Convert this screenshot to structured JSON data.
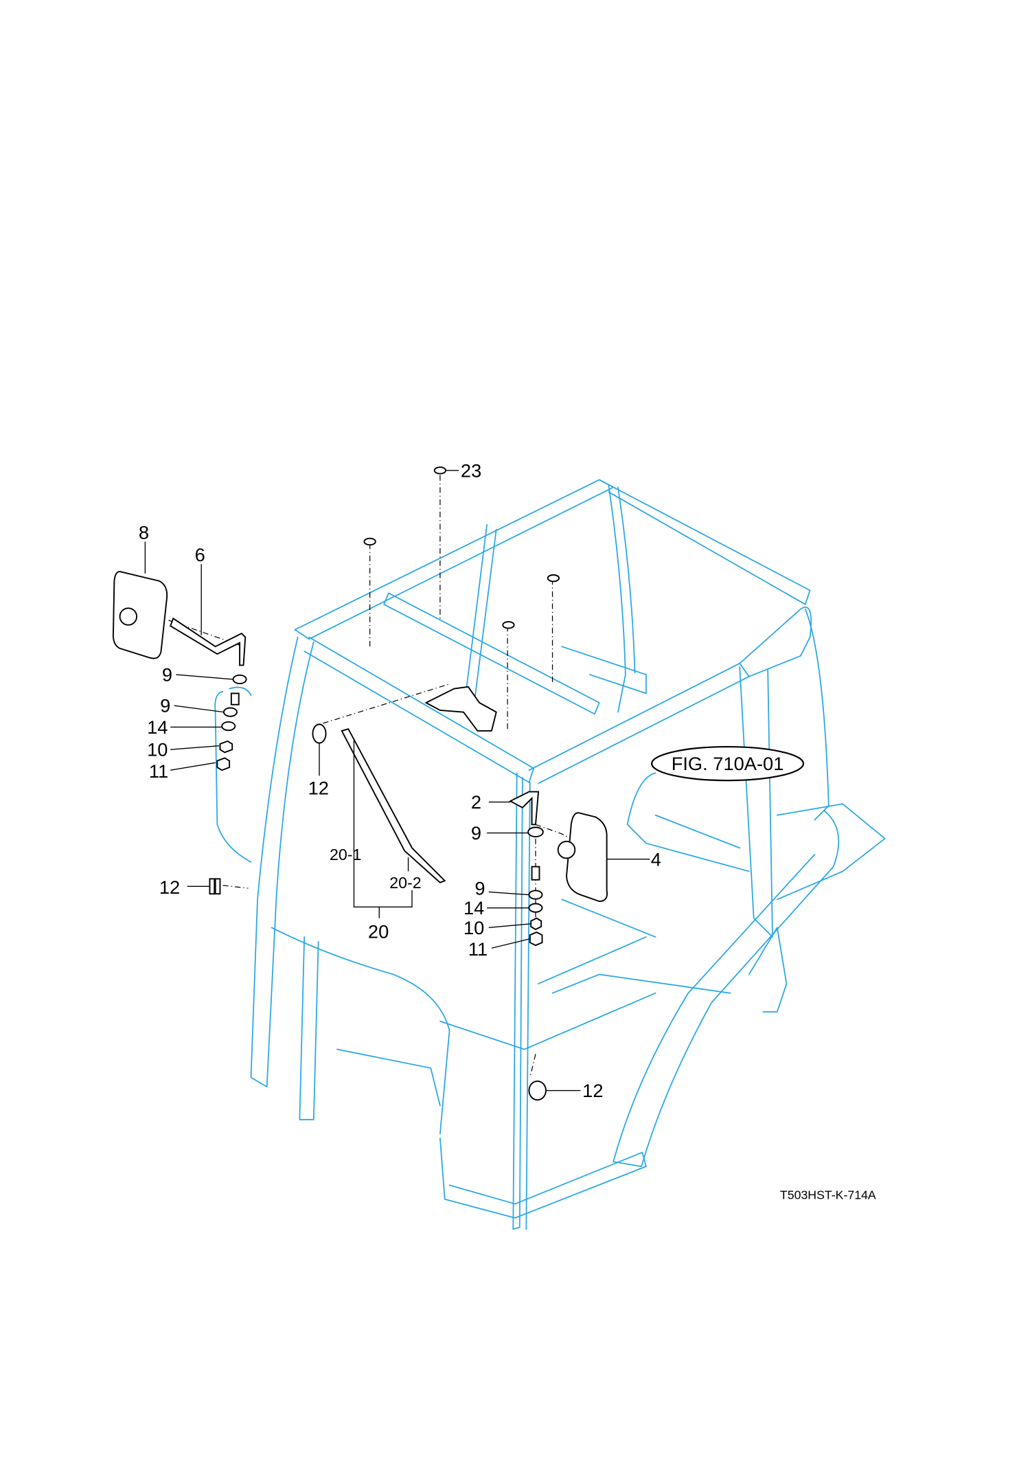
{
  "diagram": {
    "drawing_code": "T503HST-K-714A",
    "figure_reference": "FIG. 710A-01",
    "colors": {
      "frame": "#2aa7e6",
      "parts": "#000000"
    },
    "callouts": {
      "c23": "23",
      "c8": "8",
      "c6": "6",
      "c9a": "9",
      "c9b": "9",
      "c14a": "14",
      "c10a": "10",
      "c11a": "11",
      "c12a": "12",
      "c12b": "12",
      "c12c": "12",
      "c20_1": "20-1",
      "c20_2": "20-2",
      "c20": "20",
      "c2": "2",
      "c9c": "9",
      "c4": "4",
      "c9d": "9",
      "c14b": "14",
      "c10b": "10",
      "c11b": "11"
    }
  }
}
